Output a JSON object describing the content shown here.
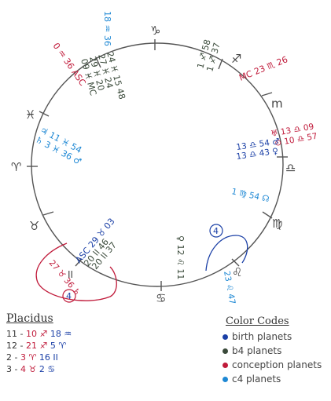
{
  "colors": {
    "birth": "#1a3fa6",
    "b4": "#3a4a3a",
    "conception": "#c01a3a",
    "c4": "#1e88d4",
    "circle": "#555555"
  },
  "signs": {
    "capricorn": "♑",
    "sagittarius": "♐",
    "scorpio": "m",
    "libra": "♎",
    "virgo": "♍",
    "leo": "♌",
    "cancer": "♋",
    "gemini": "II",
    "taurus": "♉",
    "aries": "♈",
    "pisces": "♓"
  },
  "annotations": {
    "top_blue": "18 ♒ 36",
    "top_red": "0 ♒ 36 ASC",
    "mc_block": [
      "09 ♓ MC",
      "29 ♓ 20",
      "27 ♓ 24",
      "24 ♓ 15 48"
    ],
    "sag_block": [
      "1 ♐ 58",
      "1 ♐ 37"
    ],
    "mc_red": "MC 23 ♏ 26",
    "pisces_block": [
      "♃ 11 ♓ 54",
      "♄ 3 ♓ 36 ♂"
    ],
    "libra_red": "♅ 13 ♎ 09",
    "libra_red2": "⊙ 10 ♎ 57",
    "libra_blue": [
      "13 ♎ 54 ♂",
      "13 ♎ 43 ♀"
    ],
    "virgo_c4": "1 ♍ 54 ☊",
    "asc_block": [
      "ASC 29 ♉ 03",
      "20 II 46",
      "20 II 37"
    ],
    "taurus_red": "27 ♉ 36 ♄",
    "leo_block": [
      "♀ 12 ♌ 11"
    ],
    "leo_c4": "23 ♌ 47",
    "four_red": "4",
    "four_blue": "4"
  },
  "placidus": {
    "title": "Placidus",
    "rows": [
      {
        "cusp": "11 -",
        "red": "10 ♐",
        "blue": "18 ♒"
      },
      {
        "cusp": "12 -",
        "red": "21 ♐",
        "blue": "5 ♈"
      },
      {
        "cusp": "2 -",
        "red": "3 ♈",
        "blue": "16 II"
      },
      {
        "cusp": "3 -",
        "red": "4 ♉",
        "blue": "2 ♋"
      }
    ]
  },
  "legend": {
    "title": "Color Codes",
    "items": [
      {
        "label": "birth planets",
        "color": "#1a3fa6"
      },
      {
        "label": "b4 planets",
        "color": "#3a4a3a"
      },
      {
        "label": "conception planets",
        "color": "#c01a3a"
      },
      {
        "label": "c4 planets",
        "color": "#1e88d4"
      }
    ]
  }
}
